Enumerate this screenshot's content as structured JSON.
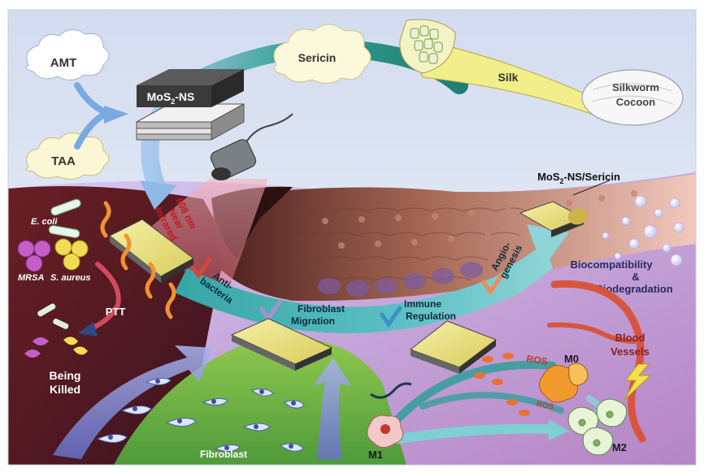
{
  "labels": {
    "amt": "AMT",
    "taa": "TAA",
    "mos2_ns_prefix": "MoS",
    "mos2_ns_sub": "2",
    "mos2_ns_suffix": "-NS",
    "sericin": "Sericin",
    "silk": "Silk",
    "silkworm": "Silkworm",
    "cocoon": "Cocoon",
    "composite_prefix": "MoS",
    "composite_sub": "2",
    "composite_suffix": "-NS/Sericin",
    "nir_line1": "808 nm",
    "nir_line2": "Near",
    "nir_line3": "Infrared",
    "ecoli": "E. coli",
    "mrsa": "MRSA",
    "saureus": "S. aureus",
    "ptt": "PTT",
    "being": "Being",
    "killed": "Killed",
    "anti": "Anti-",
    "bacteria": "bacteria",
    "fibroblast_line1": "Fibroblast",
    "migration": "Migration",
    "immune": "Immune",
    "regulation": "Regulation",
    "angio": "Angio-",
    "genesis": "genesis",
    "biocompat": "Biocompatibility",
    "amp": "&",
    "biodeg": "Biodegradation",
    "blood": "Blood",
    "vessels": "Vessels",
    "ros1": "ROS",
    "ros2": "ROS",
    "m0": "M0",
    "m1": "M1",
    "m2": "M2",
    "fibroblast": "Fibroblast"
  },
  "colors": {
    "sky_top": "#dfe6f3",
    "cycle_arrow": "#2c9a8c",
    "check_red": "#d8453a",
    "check_purple": "#a98fcf",
    "check_blue": "#3d8fc4",
    "check_orange": "#f08a57",
    "nir_text": "#c41a1a",
    "ros_text": "#c0392b"
  }
}
